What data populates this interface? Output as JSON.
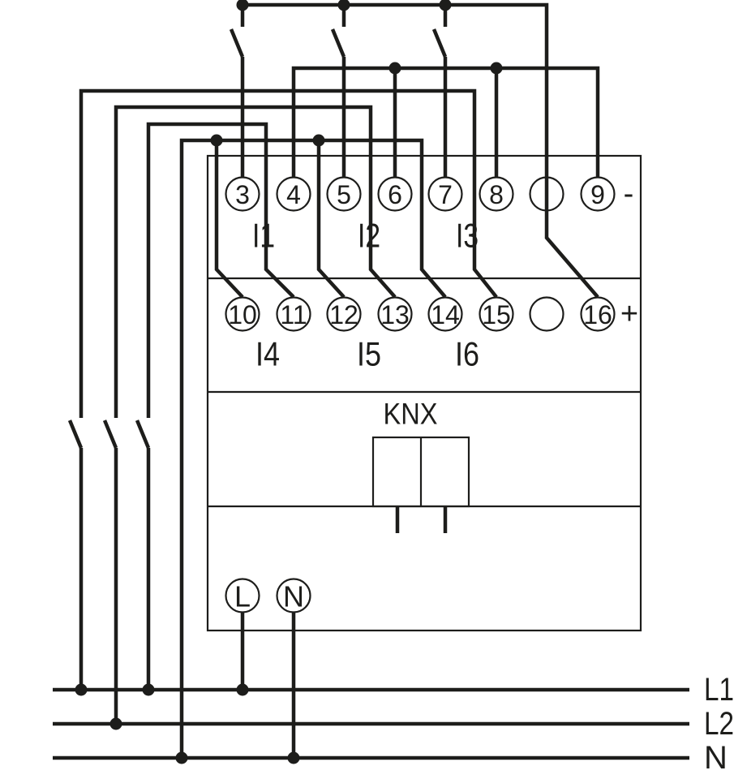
{
  "page": {
    "background": "#ffffff",
    "ink": "#1d1d1b"
  },
  "device": {
    "knx_label": "KNX",
    "row1": {
      "terminals": [
        "3",
        "4",
        "5",
        "6",
        "7",
        "8",
        "",
        "9"
      ],
      "bus_suffix": "-",
      "input_groups": [
        "I1",
        "I2",
        "I3"
      ]
    },
    "row2": {
      "terminals": [
        "10",
        "11",
        "12",
        "13",
        "14",
        "15",
        "",
        "16"
      ],
      "bus_suffix": "+",
      "input_groups": [
        "I4",
        "I5",
        "I6"
      ]
    },
    "supply_terminals": [
      "L",
      "N"
    ]
  },
  "mains": {
    "labels": [
      "L1",
      "L2",
      "N"
    ]
  }
}
